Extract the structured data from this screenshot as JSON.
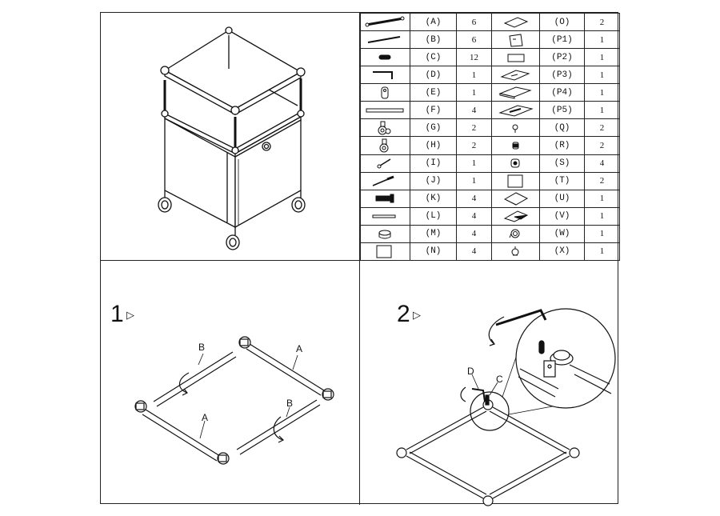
{
  "parts": {
    "left": [
      {
        "label": "(A)",
        "qty": "6",
        "icon": "long-tube-icon"
      },
      {
        "label": "(B)",
        "qty": "6",
        "icon": "thin-rod-icon"
      },
      {
        "label": "(C)",
        "qty": "12",
        "icon": "dowel-icon"
      },
      {
        "label": "(D)",
        "qty": "1",
        "icon": "allen-key-icon"
      },
      {
        "label": "(E)",
        "qty": "1",
        "icon": "cam-lock-icon"
      },
      {
        "label": "(F)",
        "qty": "4",
        "icon": "flat-bar-icon"
      },
      {
        "label": "(G)",
        "qty": "2",
        "icon": "caster-lock-icon"
      },
      {
        "label": "(H)",
        "qty": "2",
        "icon": "caster-icon"
      },
      {
        "label": "(I)",
        "qty": "1",
        "icon": "key-icon"
      },
      {
        "label": "(J)",
        "qty": "1",
        "icon": "screwdriver-icon"
      },
      {
        "label": "(K)",
        "qty": "4",
        "icon": "bolt-icon"
      },
      {
        "label": "(L)",
        "qty": "4",
        "icon": "slim-bar-icon"
      },
      {
        "label": "(M)",
        "qty": "4",
        "icon": "cap-icon"
      },
      {
        "label": "(N)",
        "qty": "4",
        "icon": "square-panel-icon"
      }
    ],
    "right": [
      {
        "label": "(O)",
        "qty": "2",
        "icon": "panel-icon"
      },
      {
        "label": "(P1)",
        "qty": "1",
        "icon": "corner-plate-icon"
      },
      {
        "label": "(P2)",
        "qty": "1",
        "icon": "rect-plate-icon"
      },
      {
        "label": "(P3)",
        "qty": "1",
        "icon": "flat-plate-icon"
      },
      {
        "label": "(P4)",
        "qty": "1",
        "icon": "shelf-plate-icon"
      },
      {
        "label": "(P5)",
        "qty": "1",
        "icon": "bracket-plate-icon"
      },
      {
        "label": "(Q)",
        "qty": "2",
        "icon": "small-screw-icon"
      },
      {
        "label": "(R)",
        "qty": "2",
        "icon": "nut-icon"
      },
      {
        "label": "(S)",
        "qty": "4",
        "icon": "connector-icon"
      },
      {
        "label": "(T)",
        "qty": "2",
        "icon": "square-board-icon"
      },
      {
        "label": "(U)",
        "qty": "1",
        "icon": "diamond-board-icon"
      },
      {
        "label": "(V)",
        "qty": "1",
        "icon": "tilted-board-icon"
      },
      {
        "label": "(W)",
        "qty": "1",
        "icon": "hinge-cup-icon"
      },
      {
        "label": "(X)",
        "qty": "1",
        "icon": "knob-icon"
      }
    ]
  },
  "step1": {
    "number": "1",
    "arrow": "▷",
    "labels": {
      "a_top": "A",
      "a_bottom": "A",
      "b_top": "B",
      "b_bottom": "B"
    }
  },
  "step2": {
    "number": "2",
    "arrow": "▷",
    "labels": {
      "d": "D",
      "c": "C"
    }
  }
}
